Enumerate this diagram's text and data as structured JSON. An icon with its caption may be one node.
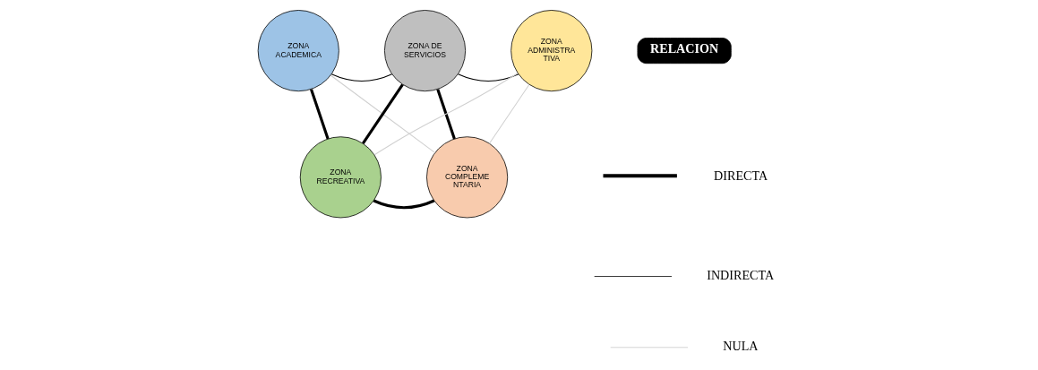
{
  "diagram": {
    "nodes": [
      {
        "text": [
          "ZONA ACADEMICA"
        ]
      },
      {
        "text": [
          "ZONA DE SERVICIOS"
        ]
      },
      {
        "text": [
          "ZONA ADMINISTRA TIVA"
        ]
      },
      {
        "text": [
          "ZONA RECREATIVA"
        ]
      },
      {
        "text": [
          "ZONA COMPLEME NTARIA"
        ]
      }
    ],
    "edges": [
      {
        "from": 0,
        "to": 1,
        "arrow": "none"
      },
      {
        "from": 1,
        "to": 2,
        "arrow": "none"
      },
      {
        "from": 0,
        "to": 3,
        "arrow": "none",
        "style": "thick"
      },
      {
        "from": 1,
        "to": 3,
        "arrow": "none",
        "style": "thick"
      },
      {
        "from": 1,
        "to": 4,
        "arrow": "none",
        "style": "thick"
      },
      {
        "from": 3,
        "to": 4,
        "arrow": "none",
        "style": "thick"
      },
      {
        "from": 0,
        "to": 4,
        "arrow": "none",
        "color": "#d0d0d0"
      },
      {
        "from": 2,
        "to": 3,
        "arrow": "none",
        "color": "#d0d0d0"
      },
      {
        "from": 2,
        "to": 4,
        "arrow": "none",
        "color": "#d0d0d0"
      }
    ],
    "labels": [
      "RELACION"
    ],
    "legend": [
      {
        "text": "DIRECTA"
      },
      {
        "text": "INDIRECTA"
      },
      {
        "text": "NULA"
      }
    ]
  }
}
